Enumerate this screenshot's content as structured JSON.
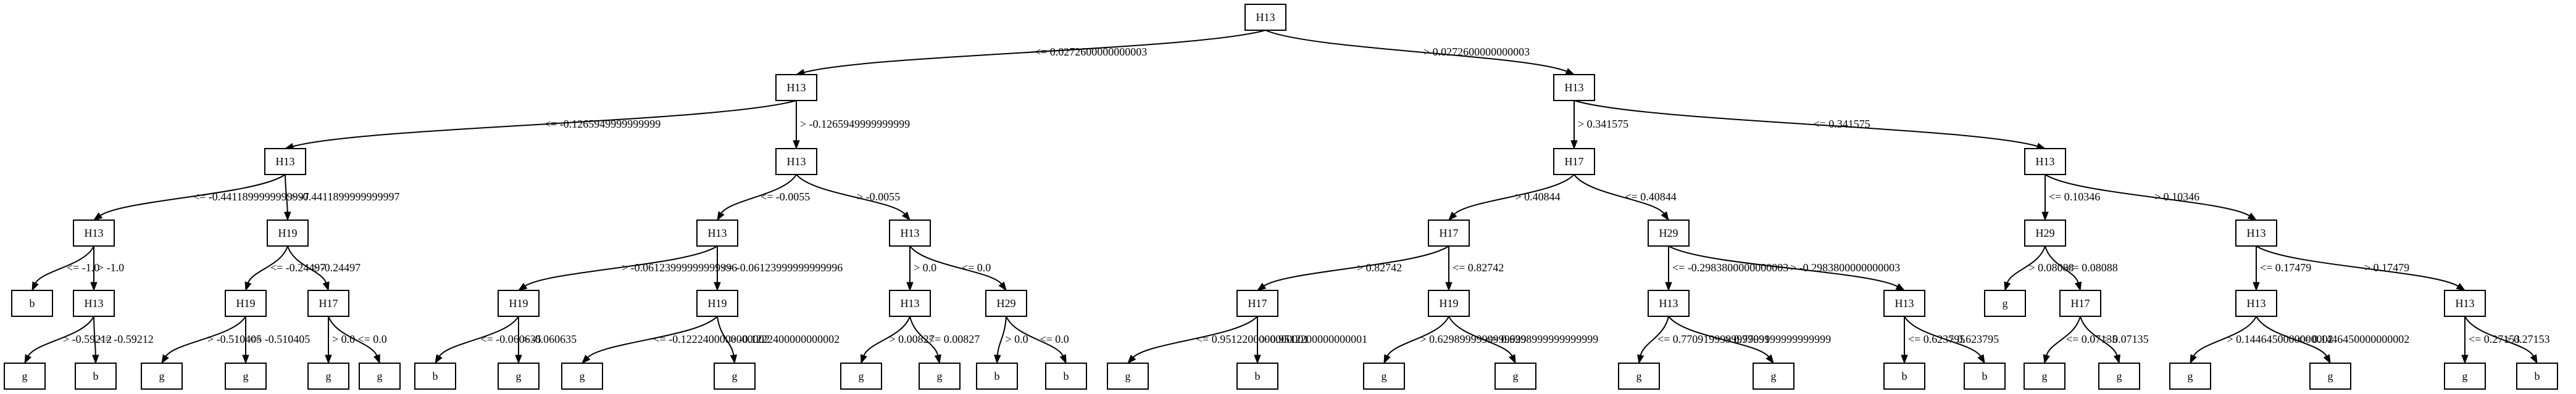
{
  "tree": {
    "id": "n0",
    "label": "H13",
    "children": [
      {
        "edge": "<= 0.0272600000000003",
        "node": {
          "id": "n1",
          "label": "H13",
          "children": [
            {
              "edge": "<= -0.1265949999999999",
              "node": {
                "id": "n2",
                "label": "H13",
                "children": [
                  {
                    "edge": "<= -0.4411899999999997",
                    "node": {
                      "id": "n3",
                      "label": "H13",
                      "children": [
                        {
                          "edge": "<= -1.0",
                          "node": {
                            "id": "n4",
                            "label": "b"
                          }
                        },
                        {
                          "edge": "> -1.0",
                          "node": {
                            "id": "n5",
                            "label": "H13",
                            "children": [
                              {
                                "edge": "> -0.59212",
                                "node": {
                                  "id": "n6",
                                  "label": "g"
                                }
                              },
                              {
                                "edge": "<= -0.59212",
                                "node": {
                                  "id": "n7",
                                  "label": "b"
                                }
                              }
                            ]
                          }
                        }
                      ]
                    }
                  },
                  {
                    "edge": "> -0.4411899999999997",
                    "node": {
                      "id": "n8",
                      "label": "H19",
                      "children": [
                        {
                          "edge": "<= -0.24497",
                          "node": {
                            "id": "n9",
                            "label": "H19",
                            "children": [
                              {
                                "edge": "> -0.510405",
                                "node": {
                                  "id": "n10",
                                  "label": "g"
                                }
                              },
                              {
                                "edge": "<= -0.510405",
                                "node": {
                                  "id": "n11",
                                  "label": "g"
                                }
                              }
                            ]
                          }
                        },
                        {
                          "edge": "> -0.24497",
                          "node": {
                            "id": "n12",
                            "label": "H17",
                            "children": [
                              {
                                "edge": "> 0.0",
                                "node": {
                                  "id": "n13",
                                  "label": "g"
                                }
                              },
                              {
                                "edge": "<= 0.0",
                                "node": {
                                  "id": "n14",
                                  "label": "g"
                                }
                              }
                            ]
                          }
                        }
                      ]
                    }
                  }
                ]
              }
            },
            {
              "edge": "> -0.1265949999999999",
              "node": {
                "id": "n15",
                "label": "H13",
                "children": [
                  {
                    "edge": "<= -0.0055",
                    "node": {
                      "id": "n16",
                      "label": "H13",
                      "children": [
                        {
                          "edge": "> -0.06123999999999996",
                          "node": {
                            "id": "n17",
                            "label": "H19",
                            "children": [
                              {
                                "edge": "<= -0.060635",
                                "node": {
                                  "id": "n18",
                                  "label": "b"
                                }
                              },
                              {
                                "edge": "> -0.060635",
                                "node": {
                                  "id": "n19",
                                  "label": "g"
                                }
                              }
                            ]
                          }
                        },
                        {
                          "edge": "<= -0.06123999999999996",
                          "node": {
                            "id": "n20",
                            "label": "H19",
                            "children": [
                              {
                                "edge": "<= -0.1222400000000002",
                                "node": {
                                  "id": "n21",
                                  "label": "g"
                                }
                              },
                              {
                                "edge": "> -0.1222400000000002",
                                "node": {
                                  "id": "n22",
                                  "label": "g"
                                }
                              }
                            ]
                          }
                        }
                      ]
                    }
                  },
                  {
                    "edge": "> -0.0055",
                    "node": {
                      "id": "n23",
                      "label": "H13",
                      "children": [
                        {
                          "edge": "> 0.0",
                          "node": {
                            "id": "n24",
                            "label": "H13",
                            "children": [
                              {
                                "edge": "> 0.00827",
                                "node": {
                                  "id": "n25",
                                  "label": "g"
                                }
                              },
                              {
                                "edge": "<= 0.00827",
                                "node": {
                                  "id": "n26",
                                  "label": "g"
                                }
                              }
                            ]
                          }
                        },
                        {
                          "edge": "<= 0.0",
                          "node": {
                            "id": "n27",
                            "label": "H29",
                            "children": [
                              {
                                "edge": "> 0.0",
                                "node": {
                                  "id": "n28",
                                  "label": "b"
                                }
                              },
                              {
                                "edge": "<= 0.0",
                                "node": {
                                  "id": "n29",
                                  "label": "b"
                                }
                              }
                            ]
                          }
                        }
                      ]
                    }
                  }
                ]
              }
            }
          ]
        }
      },
      {
        "edge": "> 0.0272600000000003",
        "node": {
          "id": "n30",
          "label": "H13",
          "children": [
            {
              "edge": "> 0.341575",
              "node": {
                "id": "n31",
                "label": "H17",
                "children": [
                  {
                    "edge": "> 0.40844",
                    "node": {
                      "id": "n32",
                      "label": "H17",
                      "children": [
                        {
                          "edge": "> 0.82742",
                          "node": {
                            "id": "n33",
                            "label": "H17",
                            "children": [
                              {
                                "edge": "<= 0.9512200000000001",
                                "node": {
                                  "id": "n34",
                                  "label": "g"
                                }
                              },
                              {
                                "edge": "> 0.9512200000000001",
                                "node": {
                                  "id": "n35",
                                  "label": "b"
                                }
                              }
                            ]
                          }
                        },
                        {
                          "edge": "<= 0.82742",
                          "node": {
                            "id": "n36",
                            "label": "H19",
                            "children": [
                              {
                                "edge": "> 0.6298999999999999",
                                "node": {
                                  "id": "n37",
                                  "label": "g"
                                }
                              },
                              {
                                "edge": "<= 0.6298999999999999",
                                "node": {
                                  "id": "n38",
                                  "label": "g"
                                }
                              }
                            ]
                          }
                        }
                      ]
                    }
                  },
                  {
                    "edge": "<= 0.40844",
                    "node": {
                      "id": "n39",
                      "label": "H29",
                      "children": [
                        {
                          "edge": "<= -0.2983800000000003",
                          "node": {
                            "id": "n40",
                            "label": "H13",
                            "children": [
                              {
                                "edge": "<= 0.7709199999999999",
                                "node": {
                                  "id": "n41",
                                  "label": "g"
                                }
                              },
                              {
                                "edge": "> 0.7709199999999999",
                                "node": {
                                  "id": "n42",
                                  "label": "g"
                                }
                              }
                            ]
                          }
                        },
                        {
                          "edge": "> -0.2983800000000003",
                          "node": {
                            "id": "n43",
                            "label": "H13",
                            "children": [
                              {
                                "edge": "<= 0.623795",
                                "node": {
                                  "id": "n44",
                                  "label": "b"
                                }
                              },
                              {
                                "edge": "> 0.623795",
                                "node": {
                                  "id": "n45",
                                  "label": "b"
                                }
                              }
                            ]
                          }
                        }
                      ]
                    }
                  }
                ]
              }
            },
            {
              "edge": "<= 0.341575",
              "node": {
                "id": "n46",
                "label": "H13",
                "children": [
                  {
                    "edge": "<= 0.10346",
                    "node": {
                      "id": "n47",
                      "label": "H29",
                      "children": [
                        {
                          "edge": "> 0.08088",
                          "node": {
                            "id": "n48",
                            "label": "g"
                          }
                        },
                        {
                          "edge": "<= 0.08088",
                          "node": {
                            "id": "n49",
                            "label": "H17",
                            "children": [
                              {
                                "edge": "<= 0.07135",
                                "node": {
                                  "id": "n50",
                                  "label": "g"
                                }
                              },
                              {
                                "edge": "> 0.07135",
                                "node": {
                                  "id": "n51",
                                  "label": "g"
                                }
                              }
                            ]
                          }
                        }
                      ]
                    }
                  },
                  {
                    "edge": "> 0.10346",
                    "node": {
                      "id": "n52",
                      "label": "H13",
                      "children": [
                        {
                          "edge": "<= 0.17479",
                          "node": {
                            "id": "n53",
                            "label": "H13",
                            "children": [
                              {
                                "edge": "> 0.1446450000000002",
                                "node": {
                                  "id": "n54",
                                  "label": "g"
                                }
                              },
                              {
                                "edge": "<= 0.1446450000000002",
                                "node": {
                                  "id": "n55",
                                  "label": "g"
                                }
                              }
                            ]
                          }
                        },
                        {
                          "edge": "> 0.17479",
                          "node": {
                            "id": "n56",
                            "label": "H13",
                            "children": [
                              {
                                "edge": "<= 0.27153",
                                "node": {
                                  "id": "n57",
                                  "label": "g"
                                }
                              },
                              {
                                "edge": "> 0.27153",
                                "node": {
                                  "id": "n58",
                                  "label": "b"
                                }
                              }
                            ]
                          }
                        }
                      ]
                    }
                  }
                ]
              }
            }
          ]
        }
      }
    ]
  }
}
